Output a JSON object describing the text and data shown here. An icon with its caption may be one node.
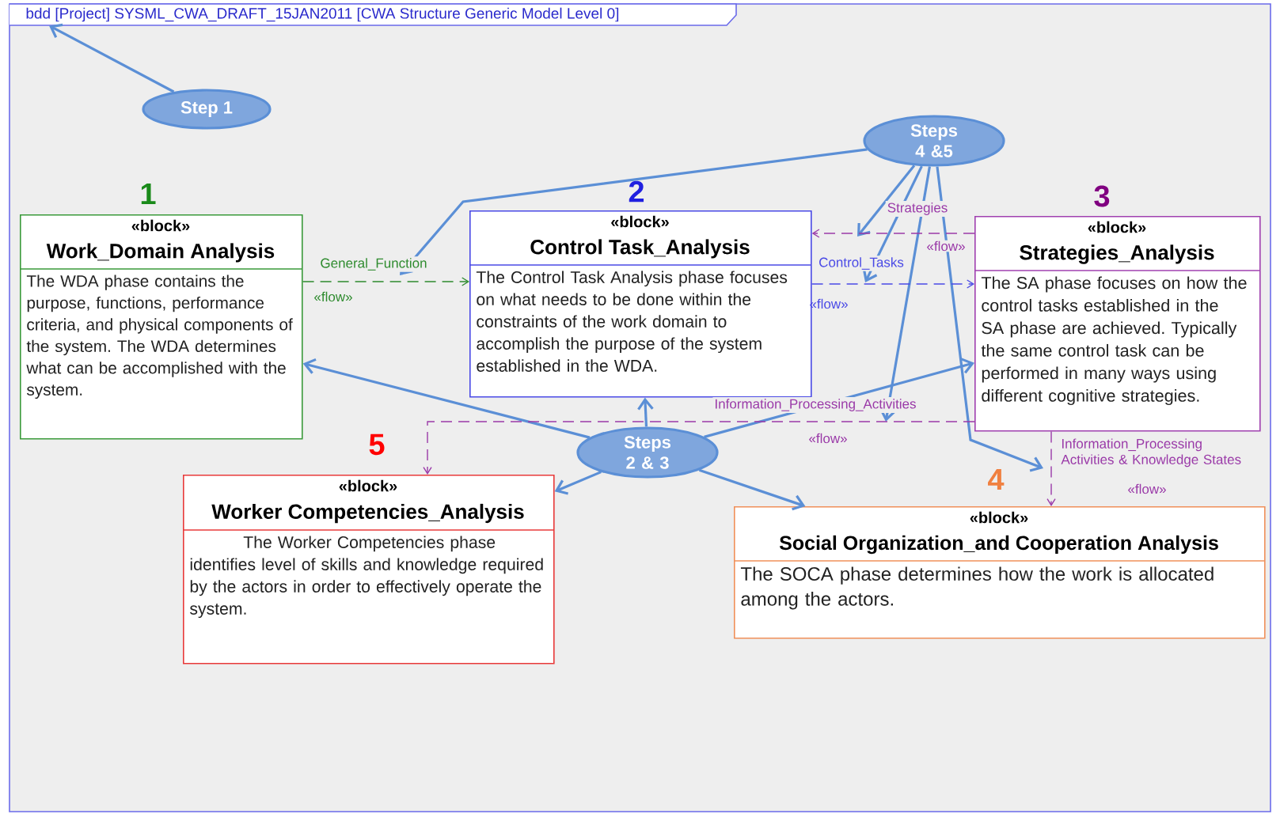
{
  "diagram": {
    "nodes": [
      {
        "text": [
          "bdd [Project] SYSML_CWA_DRAFT_15JAN2011 [CWA Structure Generic Model Level 0]"
        ]
      },
      {
        "text": [
          "Step 1"
        ]
      },
      {
        "text": [
          "Steps 4 &5"
        ]
      },
      {
        "text": [
          "«block»",
          "Work_Domain Analysis",
          "The WDA phase contains the purpose, functions, performance criteria, and physical components of the system. The WDA determines what can be accomplished with the system."
        ],
        "beside": [
          "1"
        ]
      },
      {
        "text": [
          "«block»",
          "Control Task_Analysis",
          "The Control Task Analysis phase focuses on what needs to be done within the constraints of the work domain to accomplish the purpose of the system established in the WDA."
        ],
        "beside": [
          "2"
        ]
      },
      {
        "text": [
          "«block»",
          "Strategies_Analysis",
          "The SA phase focuses on how the control tasks established in the SA phase are achieved. Typically the same control task can be performed in many ways using different cognitive strategies."
        ],
        "beside": [
          "3"
        ]
      },
      {
        "text": [
          "Steps 2 & 3"
        ]
      },
      {
        "text": [
          "«block»",
          "Worker Competencies_Analysis",
          "The Worker Competencies phase identifies level of skills and knowledge required by the actors in order to effectively operate the system."
        ],
        "beside": [
          "5"
        ]
      },
      {
        "text": [
          "«block»",
          "Social Organization_and Cooperation Analysis",
          "The SOCA phase determines how the work is allocated among the actors."
        ],
        "beside": [
          "4"
        ]
      }
    ],
    "edges": [
      {
        "from": 1,
        "to": 0,
        "arrow": "to"
      },
      {
        "from": 2,
        "to": null,
        "arrow": "to"
      },
      {
        "from": 2,
        "to": null,
        "arrow": "to"
      },
      {
        "from": 2,
        "to": null,
        "arrow": "to"
      },
      {
        "from": 2,
        "to": null,
        "arrow": "to"
      },
      {
        "from": 2,
        "to": null,
        "arrow": "to"
      },
      {
        "from": 6,
        "to": 4,
        "arrow": "to"
      },
      {
        "from": 6,
        "to": 3,
        "arrow": "to"
      },
      {
        "from": 6,
        "to": 7,
        "arrow": "to"
      },
      {
        "from": 6,
        "to": 5,
        "arrow": "to"
      },
      {
        "from": 6,
        "to": 8,
        "arrow": "to"
      },
      {
        "from": 3,
        "to": 4,
        "arrow": "to",
        "label": "General_Function",
        "style": "dashed",
        "color": "#2e8b2e"
      },
      {
        "from": 5,
        "to": 4,
        "arrow": "to",
        "label": "Strategies",
        "style": "dashed",
        "color": "#9a3aa8"
      },
      {
        "from": 4,
        "to": 5,
        "arrow": "to",
        "label": "Control_Tasks",
        "style": "dashed",
        "color": "#4a4ae6"
      },
      {
        "from": 5,
        "to": 7,
        "arrow": "to",
        "label": "Information_Processing_Activities",
        "style": "dashed",
        "color": "#9a3aa8"
      },
      {
        "from": 5,
        "to": 8,
        "arrow": "to",
        "label": "Information_Processing Activities & Knowledge States",
        "style": "dashed",
        "color": "#9a3aa8"
      }
    ],
    "labels": [
      "«flow»",
      "«flow»",
      "«flow»",
      "«flow»",
      "«flow»"
    ]
  }
}
